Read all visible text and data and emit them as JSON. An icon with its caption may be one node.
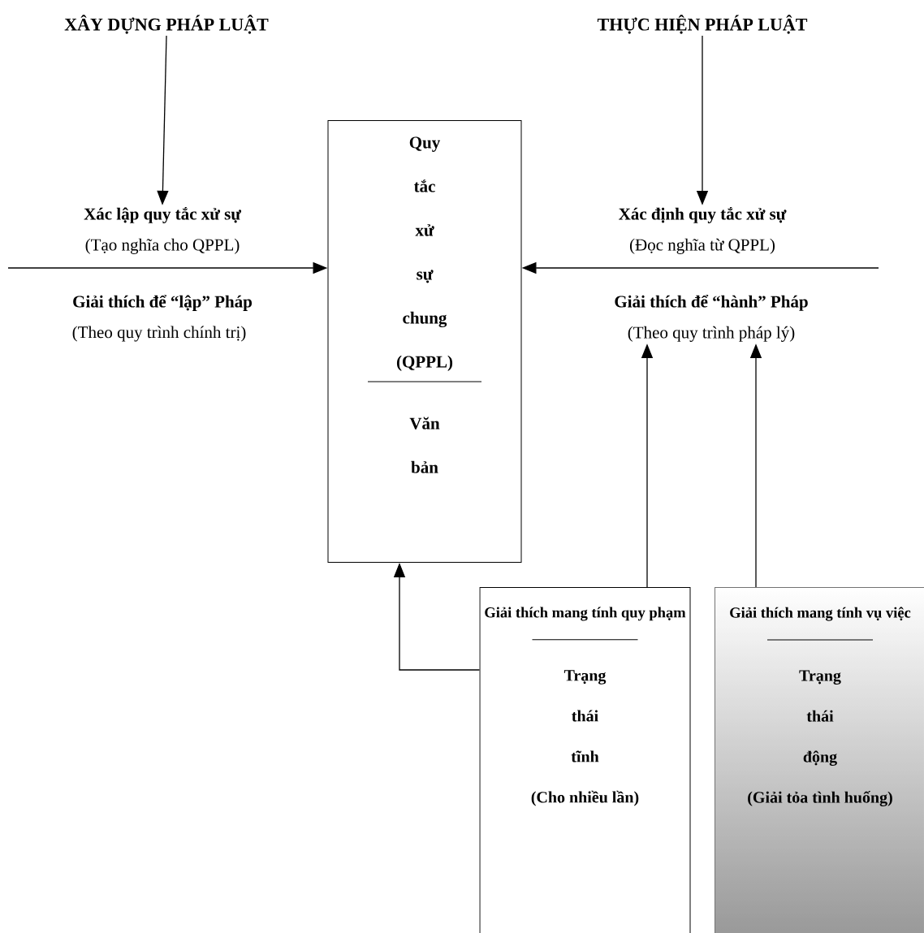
{
  "diagram": {
    "nodes": [
      {
        "text": [
          "XÂY DỰNG PHÁP LUẬT"
        ]
      },
      {
        "text": [
          "THỰC HIỆN PHÁP LUẬT"
        ]
      },
      {
        "text": [
          "Quy tắc xử sự chung (QPPL)",
          "Văn bản"
        ]
      },
      {
        "text": [
          "Xác lập quy tắc xử sự",
          "(Tạo nghĩa cho QPPL)"
        ]
      },
      {
        "text": [
          "Xác định quy tắc xử sự",
          "(Đọc nghĩa từ QPPL)"
        ]
      },
      {
        "text": [
          "Giải thích để “hành” Pháp",
          "(Theo quy trình pháp lý)"
        ]
      },
      {
        "text": [
          "Giải thích mang tính quy phạm",
          "Trạng thái tĩnh",
          "(Cho nhiều lần)"
        ]
      },
      {
        "text": [
          "Giải thích mang tính vụ việc",
          "Trạng thái động",
          "(Giải tỏa tình huống)"
        ]
      }
    ],
    "edges": [
      {
        "from": 0,
        "to": 3,
        "arrow": "to"
      },
      {
        "from": 1,
        "to": 4,
        "arrow": "to"
      },
      {
        "from": null,
        "to": 2,
        "arrow": "to"
      },
      {
        "from": null,
        "to": 2,
        "arrow": "to"
      },
      {
        "from": 6,
        "to": 2,
        "arrow": "to"
      },
      {
        "from": 6,
        "to": 5,
        "arrow": "to"
      },
      {
        "from": 7,
        "to": 5,
        "arrow": "to"
      }
    ],
    "labels": [
      "Giải thích để “lập” Pháp",
      "(Theo quy trình chính trị)"
    ]
  }
}
